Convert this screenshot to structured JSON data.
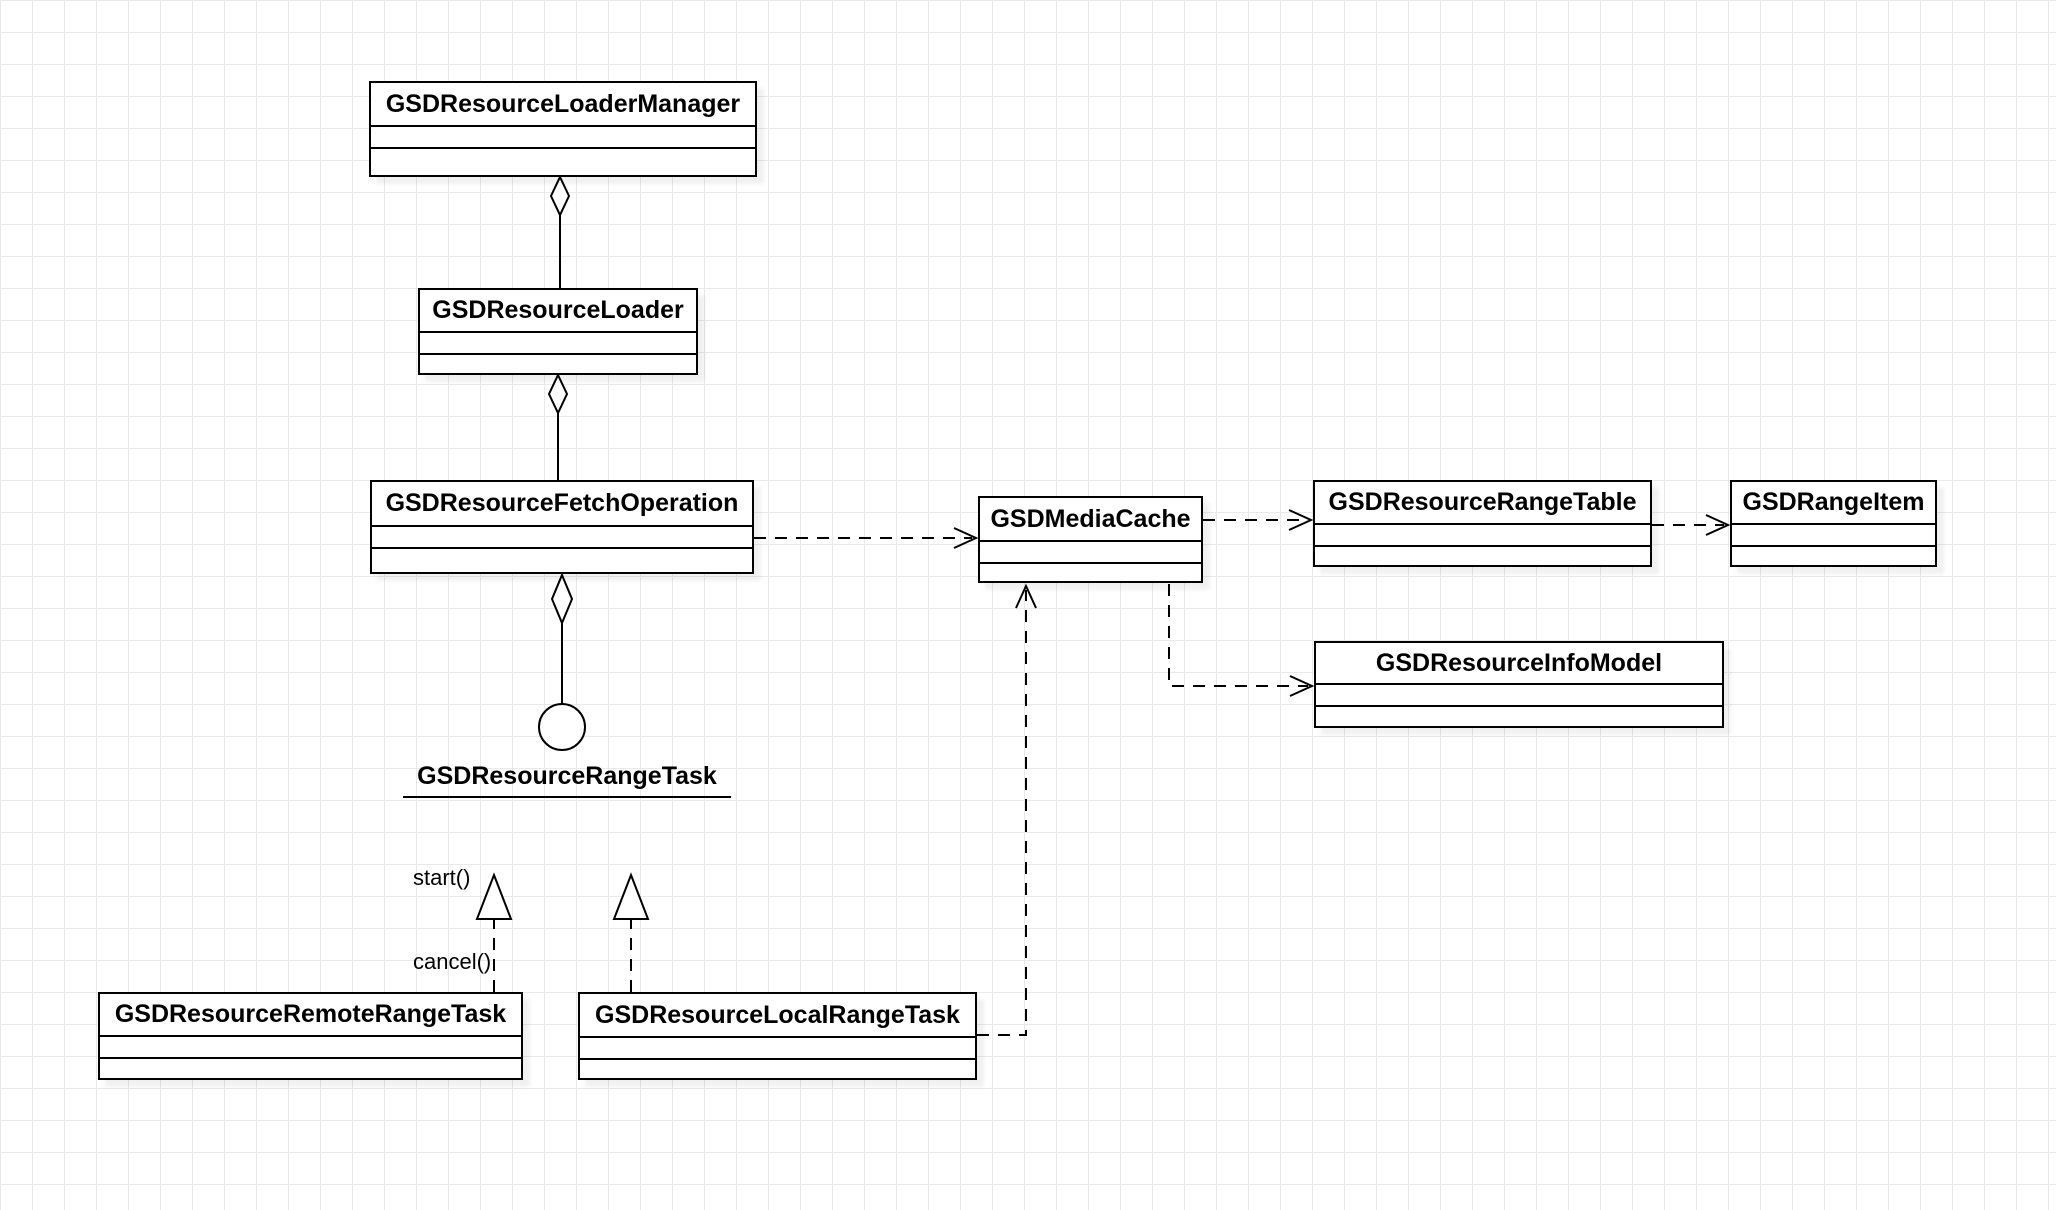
{
  "classes": [
    {
      "name": "GSDResourceLoaderManager"
    },
    {
      "name": "GSDResourceLoader"
    },
    {
      "name": "GSDResourceFetchOperation"
    },
    {
      "name": "GSDMediaCache"
    },
    {
      "name": "GSDResourceRangeTable"
    },
    {
      "name": "GSDRangeItem"
    },
    {
      "name": "GSDResourceInfoModel"
    },
    {
      "name": "GSDResourceRemoteRangeTask"
    },
    {
      "name": "GSDResourceLocalRangeTask"
    }
  ],
  "interface": {
    "name": "GSDResourceRangeTask",
    "methods": [
      "start()",
      "cancel()"
    ]
  },
  "relationships": [
    {
      "from": "GSDResourceLoaderManager",
      "to": "GSDResourceLoader",
      "type": "aggregation"
    },
    {
      "from": "GSDResourceLoader",
      "to": "GSDResourceFetchOperation",
      "type": "aggregation"
    },
    {
      "from": "GSDResourceFetchOperation",
      "to": "GSDResourceRangeTask",
      "type": "aggregation-lollipop"
    },
    {
      "from": "GSDResourceFetchOperation",
      "to": "GSDMediaCache",
      "type": "dashed-dependency"
    },
    {
      "from": "GSDMediaCache",
      "to": "GSDResourceRangeTable",
      "type": "dashed-dependency"
    },
    {
      "from": "GSDResourceRangeTable",
      "to": "GSDRangeItem",
      "type": "dashed-dependency"
    },
    {
      "from": "GSDMediaCache",
      "to": "GSDResourceInfoModel",
      "type": "dashed-dependency"
    },
    {
      "from": "GSDResourceRemoteRangeTask",
      "to": "GSDResourceRangeTask",
      "type": "realization"
    },
    {
      "from": "GSDResourceLocalRangeTask",
      "to": "GSDResourceRangeTask",
      "type": "realization"
    },
    {
      "from": "GSDResourceLocalRangeTask",
      "to": "GSDMediaCache",
      "type": "dashed-dependency"
    }
  ],
  "colors": {
    "stroke": "#000000",
    "shape_fill": "#ffffff",
    "grid_line": "#e9e9e9",
    "canvas": "#ffffff"
  }
}
